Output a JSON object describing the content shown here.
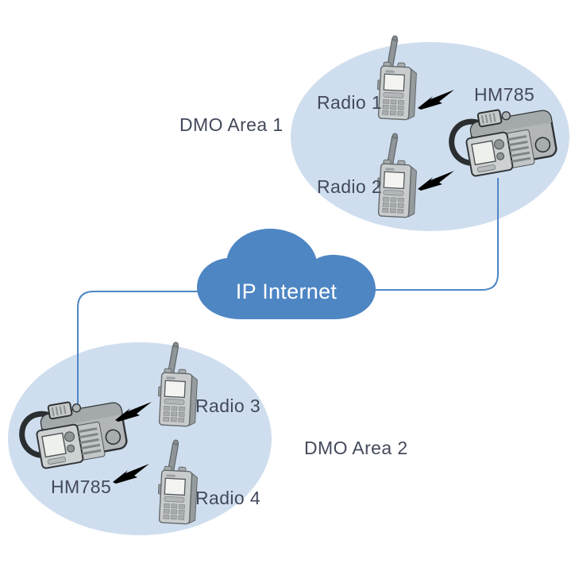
{
  "cloud": {
    "label": "IP Internet"
  },
  "areas": [
    {
      "label": "DMO Area 1",
      "gateway": {
        "label": "HM785"
      },
      "radios": [
        {
          "label": "Radio 1"
        },
        {
          "label": "Radio 2"
        }
      ]
    },
    {
      "label": "DMO Area 2",
      "gateway": {
        "label": "HM785"
      },
      "radios": [
        {
          "label": "Radio 3"
        },
        {
          "label": "Radio 4"
        }
      ]
    }
  ],
  "icons": {
    "handheld_radio": "handheld-radio-icon",
    "gateway_radio": "mobile-radio-hm785-icon",
    "rf_link": "lightning-bolt-icon",
    "internet": "cloud-icon"
  },
  "colors": {
    "background": "#ffffff",
    "area_fill": "#cfdeee",
    "cloud_fill": "#4e86c4",
    "connector": "#4e86c4",
    "label_text": "#42495a",
    "cloud_text": "#ffffff",
    "bolt": "#ee7c28"
  }
}
